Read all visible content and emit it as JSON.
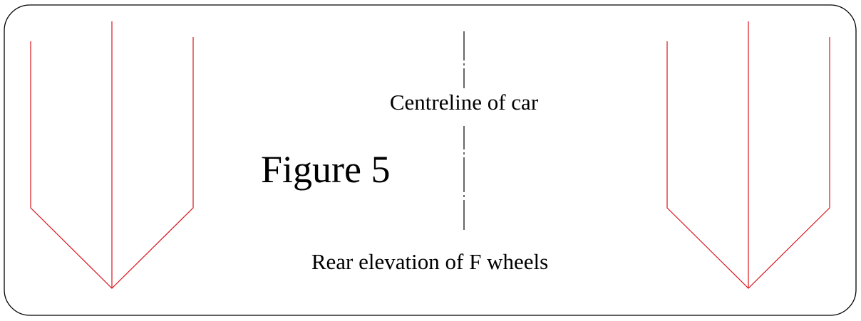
{
  "diagram": {
    "figure_label": "Figure 5",
    "centreline_label": "Centreline of car",
    "caption": "Rear elevation of F wheels",
    "colors": {
      "frame": "#000000",
      "wheel_outline": "#d8141c",
      "centreline": "#000000",
      "background": "#ffffff"
    }
  }
}
